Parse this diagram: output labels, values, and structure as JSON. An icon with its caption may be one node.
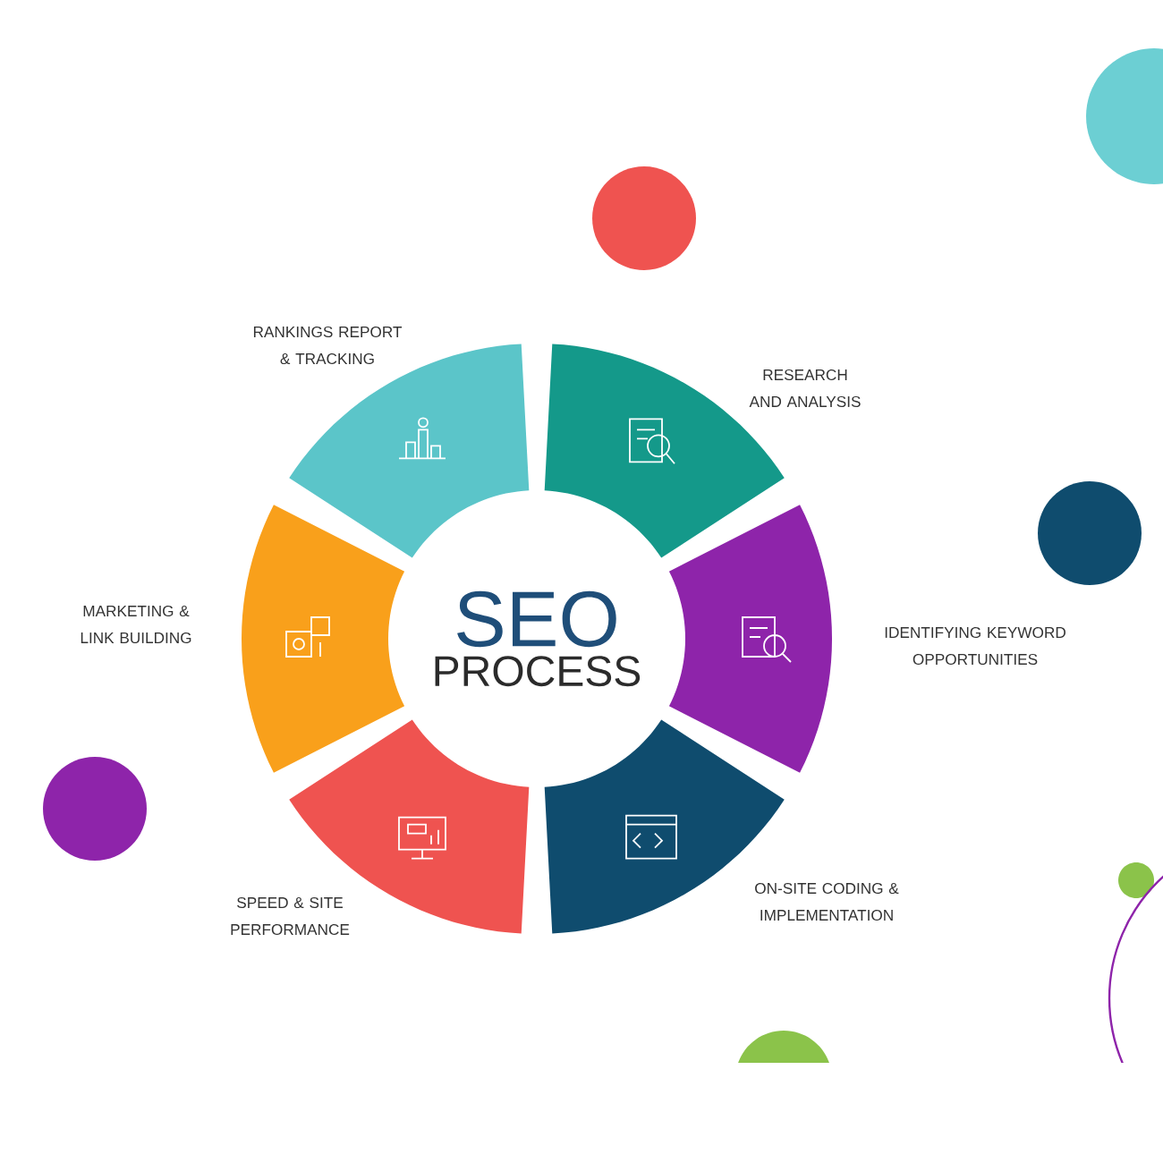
{
  "diagram": {
    "nodes": [
      {
        "text": [
          "SEO",
          "PROCESS"
        ]
      },
      {
        "text": [],
        "shape": "segment",
        "beside": [
          "RANKINGS REPORT & TRACKING"
        ]
      },
      {
        "text": [],
        "shape": "segment",
        "beside": [
          "RESEARCH AND ANALYSIS"
        ]
      },
      {
        "text": [],
        "shape": "segment",
        "beside": [
          "MARKETING & LINK BUILDING"
        ]
      },
      {
        "text": [],
        "shape": "segment",
        "beside": [
          "IDENTIFYING KEYWORD OPPORTUNITIES"
        ]
      },
      {
        "text": [],
        "shape": "segment",
        "beside": [
          "SPEED & SITE PERFORMANCE"
        ]
      },
      {
        "text": [],
        "shape": "segment",
        "beside": [
          "ON-SITE CODING & IMPLEMENTATION"
        ]
      }
    ]
  }
}
